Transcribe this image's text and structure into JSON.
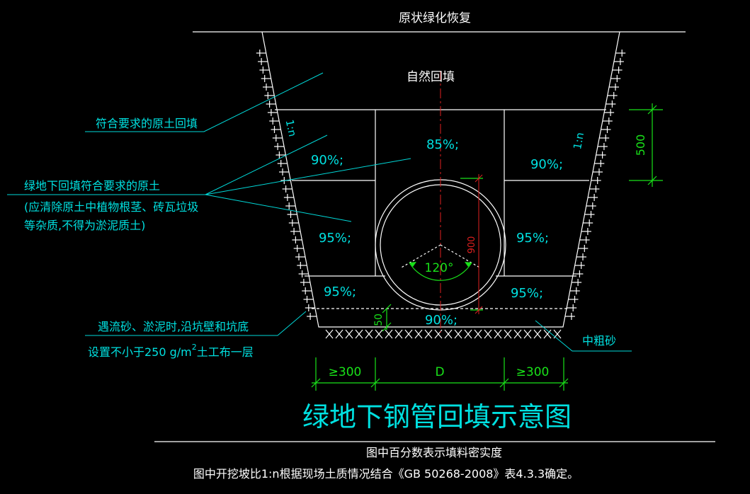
{
  "texts": {
    "top_restore": "原状绿化恢复",
    "natural_backfill": "自然回填",
    "original_soil_fill": "符合要求的原土回填",
    "note_line1": "绿地下回填符合要求的原土",
    "note_line2": "(应清除原土中植物根茎、砖瓦垃圾",
    "note_line3": "等杂质,不得为淤泥质土)",
    "quicksand_line1": "遇流砂、淤泥时,沿坑壁和坑底",
    "quicksand_line2": "设置不小于250 g/m",
    "quicksand_sup": "2",
    "quicksand_line2b": "土工布一层",
    "medium_sand": "中粗砂",
    "slope_left": "1:n",
    "slope_right": "1:n",
    "pct_85": "85%;",
    "pct_90_left": "90%;",
    "pct_90_right": "90%;",
    "pct_95_left": "95%;",
    "pct_95_right": "95%;",
    "pct_95_bottom_left": "95%;",
    "pct_95_bottom_right": "95%;",
    "pct_90_bottom": "90%;",
    "angle": "120°",
    "dim_pipe": "900",
    "dim_500": "500",
    "dim_50": "50",
    "dim_left": "≥300",
    "dim_d": "D",
    "dim_right": "≥300",
    "title": "绿地下钢管回填示意图",
    "footnote1": "图中百分数表示填料密实度",
    "footnote2": "图中开挖坡比1:n根据现场土质情况结合《GB 50268-2008》表4.3.3确定。"
  },
  "colors": {
    "background": "#000000",
    "structure": "#ffffff",
    "text": "#00e0e0",
    "dimension": "#19e219",
    "centerline": "#e02020"
  }
}
